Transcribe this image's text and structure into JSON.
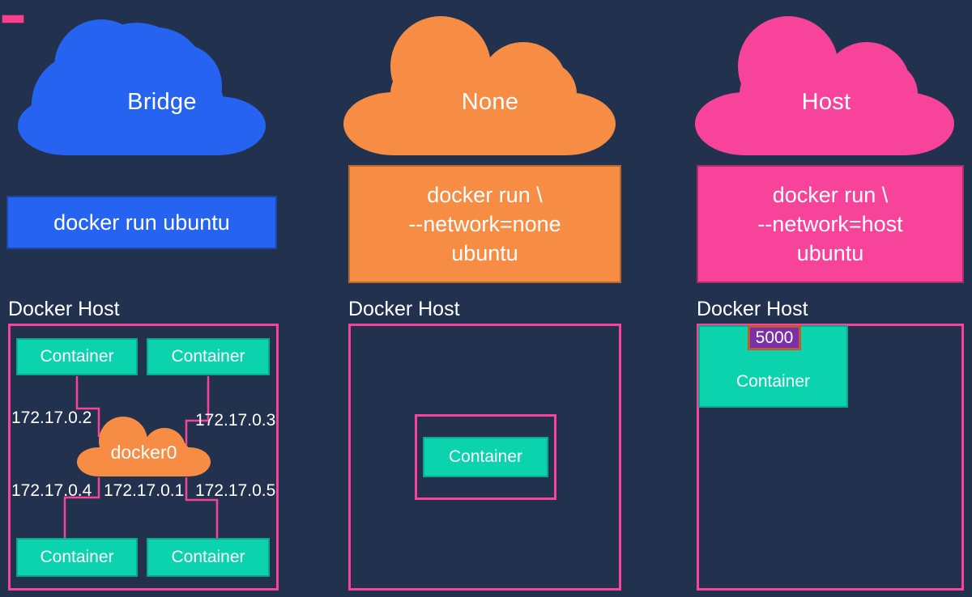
{
  "theme": {
    "background": "#22314d",
    "bridge_color": "#2563f0",
    "none_color": "#f78c44",
    "host_color": "#f8439a",
    "container_color": "#0ad3ae",
    "frame_color": "#f8439a",
    "port_badge_bg": "#7b30a8",
    "port_badge_border": "#c25a2a",
    "text_color": "#ffffff"
  },
  "corner_marker": {
    "name": "pink-tick"
  },
  "columns": [
    {
      "id": "bridge",
      "cloud_label": "Bridge",
      "command": "docker run ubuntu",
      "host_title": "Docker Host",
      "bridge_device": "docker0",
      "containers": [
        {
          "label": "Container",
          "ip": "172.17.0.2",
          "position": "top-left"
        },
        {
          "label": "Container",
          "ip": "172.17.0.3",
          "position": "top-right"
        },
        {
          "label": "Container",
          "ip": "172.17.0.4",
          "position": "bottom-left"
        },
        {
          "label": "Container",
          "ip": "172.17.0.5",
          "position": "bottom-right"
        }
      ],
      "gateway_ip": "172.17.0.1",
      "ips": {
        "top_left": "172.17.0.2",
        "top_right": "172.17.0.3",
        "bottom_left": "172.17.0.4",
        "gateway": "172.17.0.1",
        "bottom_right": "172.17.0.5"
      }
    },
    {
      "id": "none",
      "cloud_label": "None",
      "command": "docker run \\\n--network=none\nubuntu",
      "host_title": "Docker Host",
      "containers": [
        {
          "label": "Container"
        }
      ]
    },
    {
      "id": "host",
      "cloud_label": "Host",
      "command": "docker run \\\n--network=host\nubuntu",
      "host_title": "Docker Host",
      "containers": [
        {
          "label": "Container",
          "port": "5000"
        }
      ]
    }
  ]
}
